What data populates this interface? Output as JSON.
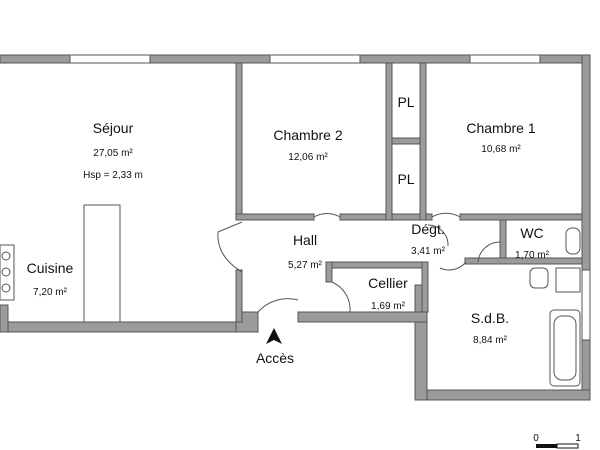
{
  "plan": {
    "rooms": [
      {
        "key": "sejour",
        "name": "Séjour",
        "area": "27,05 m²",
        "extra": "Hsp = 2,33 m"
      },
      {
        "key": "chambre2",
        "name": "Chambre 2",
        "area": "12,06 m²"
      },
      {
        "key": "chambre1",
        "name": "Chambre 1",
        "area": "10,68 m²"
      },
      {
        "key": "pl_top",
        "name": "PL"
      },
      {
        "key": "pl_bottom",
        "name": "PL"
      },
      {
        "key": "cuisine",
        "name": "Cuisine",
        "area": "7,20 m²"
      },
      {
        "key": "hall",
        "name": "Hall",
        "area": "5,27 m²"
      },
      {
        "key": "degt",
        "name": "Dégt.",
        "area": "3,41 m²"
      },
      {
        "key": "wc",
        "name": "WC",
        "area": "1,70 m²"
      },
      {
        "key": "cellier",
        "name": "Cellier",
        "area": "1,69 m²"
      },
      {
        "key": "sdb",
        "name": "S.d.B.",
        "area": "8,84 m²"
      }
    ],
    "entrance_label": "Accès",
    "scale": {
      "start": "0",
      "end": "1"
    },
    "colors": {
      "wall": "#9b9b9b",
      "line": "#555555",
      "text": "#111111"
    }
  }
}
